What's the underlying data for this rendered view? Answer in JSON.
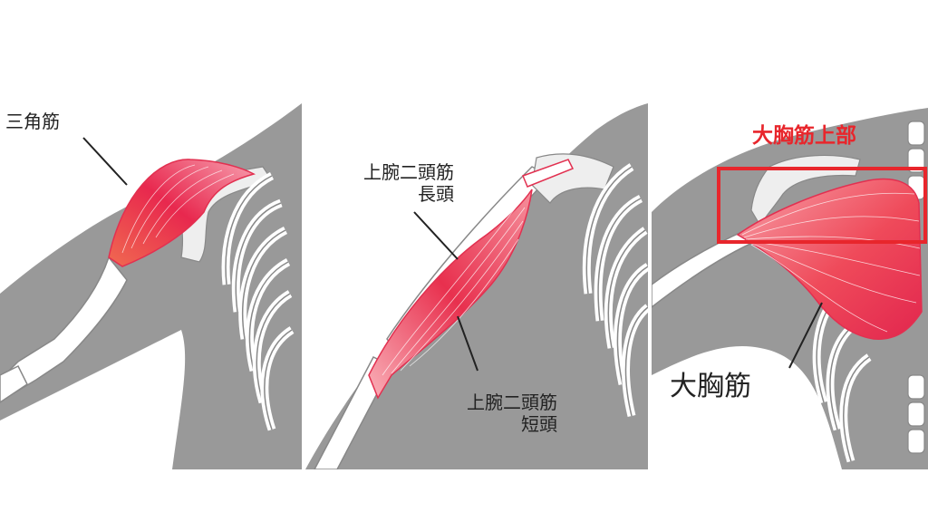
{
  "panels": [
    {
      "muscle": "deltoid",
      "labels": [
        "三角筋"
      ]
    },
    {
      "muscle": "biceps",
      "labels": [
        "上腕二頭筋",
        "長頭",
        "上腕二頭筋",
        "短頭"
      ]
    },
    {
      "muscle": "pectoralis",
      "labels": [
        "大胸筋上部",
        "大胸筋"
      ]
    }
  ],
  "colors": {
    "body_silhouette": "#999999",
    "bone": "#ffffff",
    "bone_outline": "#888888",
    "muscle_light": "#f7a0a8",
    "muscle_mid": "#ef4a5a",
    "muscle_dark": "#e2264e",
    "highlight_box": "#e8262c",
    "label_text": "#222222",
    "label_red": "#e8262c"
  }
}
